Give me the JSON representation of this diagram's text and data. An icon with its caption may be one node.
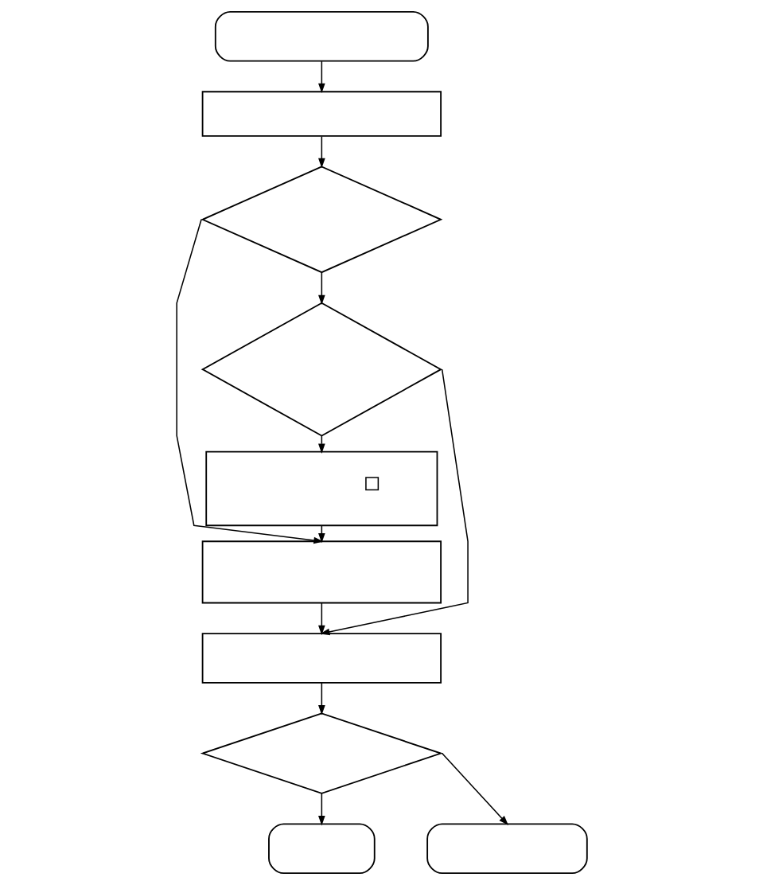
{
  "diagram": {
    "nodes": [
      {
        "text": [],
        "shape": "oval"
      },
      {
        "text": [],
        "shape": "box"
      },
      {
        "text": [],
        "shape": "diamond"
      },
      {
        "text": [],
        "shape": "diamond"
      },
      {
        "text": [],
        "shape": "box"
      },
      {
        "text": [],
        "shape": "box",
        "in": 4
      },
      {
        "text": [],
        "shape": "box"
      },
      {
        "text": [],
        "shape": "box"
      },
      {
        "text": [],
        "shape": "diamond"
      },
      {
        "text": [],
        "shape": "oval"
      },
      {
        "text": [],
        "shape": "oval"
      }
    ],
    "edges": [
      {
        "from": 0,
        "to": 1,
        "arrow": "to"
      },
      {
        "from": 1,
        "to": 2,
        "arrow": "to"
      },
      {
        "from": 2,
        "to": 3,
        "arrow": "to"
      },
      {
        "from": 2,
        "to": 6,
        "arrow": "to"
      },
      {
        "from": 3,
        "to": 4,
        "arrow": "to"
      },
      {
        "from": 3,
        "to": 7,
        "arrow": "to"
      },
      {
        "from": 4,
        "to": 6,
        "arrow": "to"
      },
      {
        "from": 6,
        "to": 7,
        "arrow": "to"
      },
      {
        "from": 7,
        "to": 8,
        "arrow": "to"
      },
      {
        "from": 8,
        "to": 9,
        "arrow": "to"
      },
      {
        "from": 8,
        "to": 10,
        "arrow": "to"
      }
    ]
  }
}
